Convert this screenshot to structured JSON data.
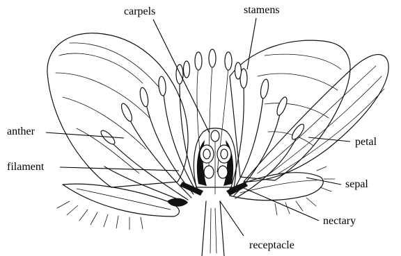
{
  "labels": {
    "carpels": "carpels",
    "stamens": "stamens",
    "anther": "anther",
    "filament": "filament",
    "petal": "petal",
    "sepal": "sepal",
    "nectary": "nectary",
    "receptacle": "receptacle"
  }
}
